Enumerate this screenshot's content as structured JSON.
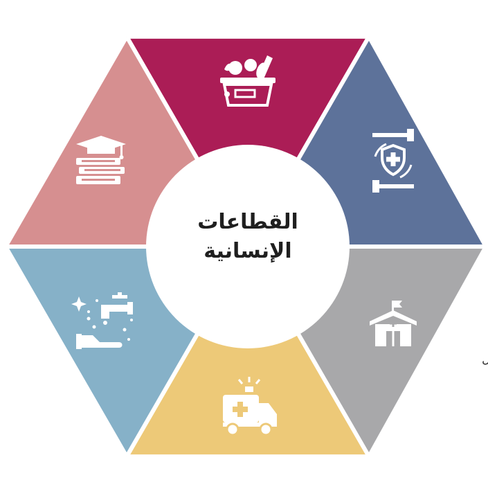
{
  "center": {
    "line1": "القطاعات",
    "line2": "الإنسانية"
  },
  "edge_fragment": "ال",
  "colors": {
    "food": "#ab1d56",
    "health": "#5d729a",
    "shelter": "#a8a8aa",
    "emergency": "#edc978",
    "wash": "#86b1c8",
    "education": "#d68f90",
    "center": "#ffffff"
  },
  "segments": [
    {
      "key": "food",
      "icon": "food-basket-icon"
    },
    {
      "key": "health",
      "icon": "healthcare-hands-icon"
    },
    {
      "key": "shelter",
      "icon": "shelter-tent-icon"
    },
    {
      "key": "emergency",
      "icon": "ambulance-icon"
    },
    {
      "key": "wash",
      "icon": "water-tap-handwash-icon"
    },
    {
      "key": "education",
      "icon": "books-graduation-cap-icon"
    }
  ]
}
